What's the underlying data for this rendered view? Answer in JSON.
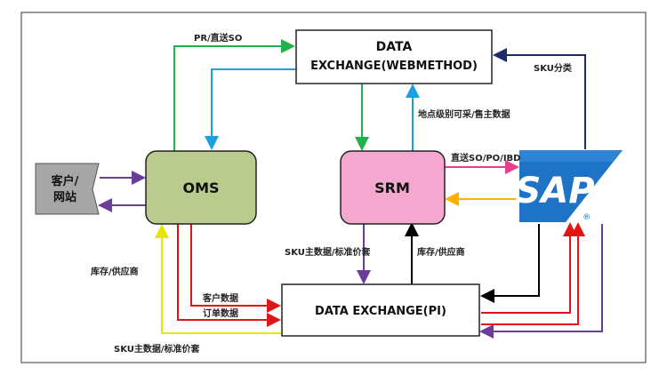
{
  "nodes": {
    "data_exchange_webmethod": {
      "line1": "DATA",
      "line2": "EXCHANGE(WEBMETHOD)"
    },
    "data_exchange_pi": {
      "label": "DATA EXCHANGE(PI)"
    },
    "oms": {
      "label": "OMS",
      "fill": "#b9cc8e"
    },
    "srm": {
      "label": "SRM",
      "fill": "#f4a8d0"
    },
    "customer_site": {
      "line1": "客户/",
      "line2": "网站",
      "fill": "#a6a6a6"
    },
    "sap": {
      "label": "SAP",
      "registered": "®",
      "fill": "#1f73c6"
    }
  },
  "edge_labels": {
    "pr_so": "PR/直送SO",
    "sku_category": "SKU分类",
    "site_level_purchasable": "地点级别可采/售主数据",
    "direct_so_po_ibd": "直送SO/PO/IBD",
    "sku_master_price_srm": "SKU主数据/标准价套",
    "inventory_supplier_srm": "库存/供应商",
    "inventory_supplier_oms": "库存/供应商",
    "customer_data": "客户数据",
    "order_data": "订单数据",
    "sku_master_price_oms": "SKU主数据/标准价套"
  },
  "colors": {
    "green": "#22b14c",
    "blue": "#1ba1e2",
    "navy": "#1f2a6b",
    "magenta": "#e83e8c",
    "orange": "#ffb000",
    "purple": "#6a3d9a",
    "red": "#e01515",
    "yellow": "#f2f200",
    "black": "#000000"
  }
}
